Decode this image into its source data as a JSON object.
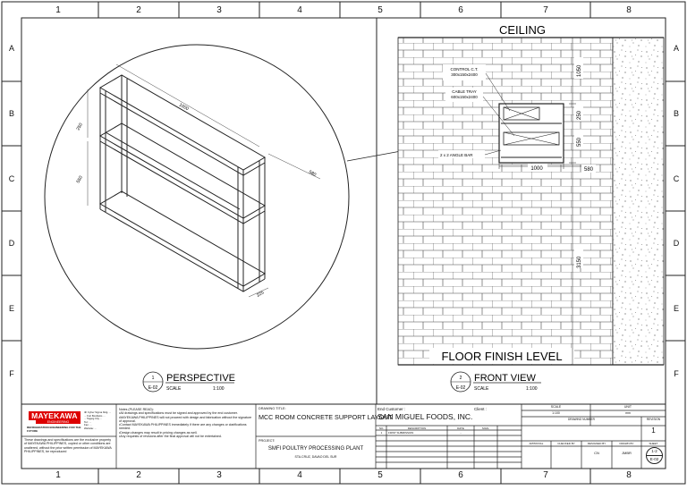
{
  "grid": {
    "columns": [
      "1",
      "2",
      "3",
      "4",
      "5",
      "6",
      "7",
      "8"
    ],
    "rows": [
      "A",
      "B",
      "C",
      "D",
      "E",
      "F"
    ]
  },
  "perspective": {
    "number": "1",
    "sheet": "E-02",
    "title": "PERSPECTIVE",
    "scale_label": "SCALE",
    "scale_value": "1:100",
    "dims": {
      "length": "1000",
      "depth": "580",
      "top": "250",
      "mid": "550",
      "post": "225"
    }
  },
  "front_view": {
    "number": "2",
    "sheet": "E-02",
    "title": "FRONT VIEW",
    "scale_label": "SCALE",
    "scale_value": "1:100",
    "ceiling": "CEILING",
    "floor": "FLOOR FINISH LEVEL",
    "control_label_1": "CONTROL C.T.",
    "control_label_2": "300x150x2400",
    "tray_label_1": "CABLE TRAY",
    "tray_label_2": "600x150x2400",
    "angle_bar": "2 x 2 ANGLE BAR",
    "dim_1050": "1050",
    "dim_250": "250",
    "dim_550": "550",
    "dim_1000": "1000",
    "dim_580": "580",
    "dim_3150": "3150"
  },
  "title_block": {
    "company": "MAYEKAWA",
    "company_sub": "ENGINEERING",
    "tagline": "REFRIGERATION ENGINEERING FOR THE FUTURE",
    "address_lines": [
      "4F Cyber Sigma bldg. ...",
      "... Fort Bonifacio ...",
      "... Taguig City ...",
      "Tel.: ...",
      "Fax: ...",
      "Website: ..."
    ],
    "copyright": "These drawings and specifications are the exclusive property of MAYEKAWA PHILIPPINES, copied or other conditions are unaltered, without the prior written permission of MAYEKAWA PHILIPPINES, be reproduced",
    "notes_title": "Notes (PLEASE READ):",
    "notes": [
      "•All drawings and specifications must be signed and approved by the end customer.",
      "•MAYEKAWA PHILIPPINES will not proceed with design and fabrication without the signature of approval.",
      "•Contact MAYEKAWA PHILIPPINES immediately if there are any changes or clarifications needed.",
      "•Design changes may result in pricing changes as well.",
      "•Any requests of revisions after the final approval will not be entertained."
    ],
    "drawing_title_label": "DRAWING TITLE:",
    "drawing_title": "MCC ROOM CONCRETE SUPPORT LAYOUT",
    "project_label": "PROJECT:",
    "project": "SMFI POULTRY PROCESSING PLANT",
    "location": "STA.CRUZ, DAVAO DEL SUR",
    "end_customer_label": "End Customer :",
    "end_customer": "SAN MIGUEL FOODS, INC.",
    "client_label": "Client :",
    "rev_headers": [
      "NO.",
      "DESCRIPTION",
      "DATE",
      "SIGN."
    ],
    "rev_row": [
      "1",
      "FIRST SUBMISSION",
      "..."
    ],
    "scale_label": "SCALE",
    "scale_value": "1:100",
    "unit_label": "UNIT",
    "unit_value": "mm",
    "drawing_number_label": "DRAWING NUMBER",
    "revision_label": "REVISION",
    "revision_value": "1",
    "approval_label": "APPROVAL",
    "checked_label": "CHECKED BY",
    "designed_label": "DESIGNED BY",
    "drawn_label": "DRAWN BY",
    "sheet_label": "SHEET",
    "designed_value": "CN",
    "drawn_value": "JMBR",
    "sheet_value": "1-2",
    "sheet_code": "E-02"
  }
}
